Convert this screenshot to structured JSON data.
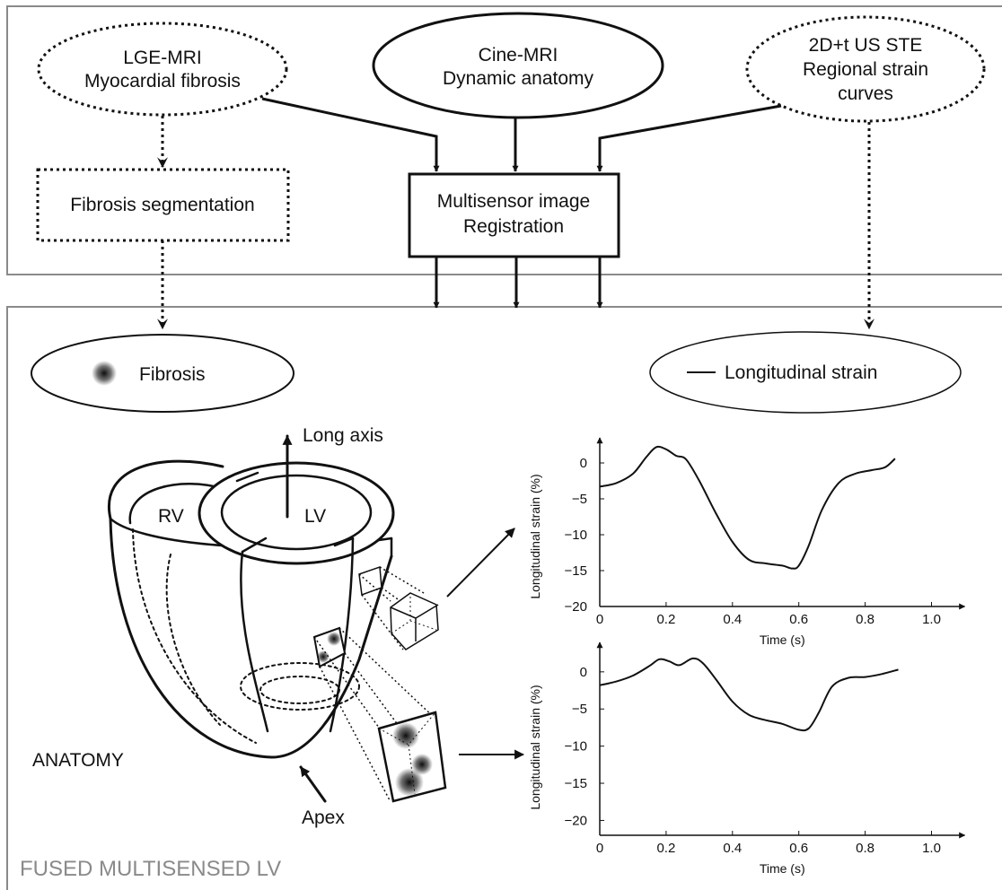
{
  "inputs": {
    "lge": {
      "line1": "LGE-MRI",
      "line2": "Myocardial fibrosis"
    },
    "cine": {
      "line1": "Cine-MRI",
      "line2": "Dynamic anatomy"
    },
    "us": {
      "line1": "2D+t US STE",
      "line2": "Regional strain",
      "line3": "curves"
    }
  },
  "processing": {
    "fibrosis_segmentation": "Fibrosis segmentation",
    "registration": {
      "line1": "Multisensor image",
      "line2": "Registration"
    }
  },
  "legend": {
    "fibrosis": "Fibrosis",
    "strain": "Longitudinal strain"
  },
  "anatomy": {
    "long_axis": "Long axis",
    "rv": "RV",
    "lv": "LV",
    "apex": "Apex",
    "section_label": "ANATOMY"
  },
  "fused_label": "FUSED MULTISENSED LV",
  "colors": {
    "frame": "#8a8a8a",
    "line": "#111111",
    "fused_label": "#8a8a8a"
  },
  "chart_data": [
    {
      "type": "line",
      "xlabel": "Time (s)",
      "ylabel": "Longitudinal strain (%)",
      "xlim": [
        0,
        1.1
      ],
      "ylim": [
        -20,
        2.5
      ],
      "xticks": [
        "0",
        "0.2",
        "0.4",
        "0.6",
        "0.8",
        "1.0"
      ],
      "xtick_values": [
        0,
        0.2,
        0.4,
        0.6,
        0.8,
        1.0
      ],
      "yticks": [
        "0",
        "−5",
        "−10",
        "−15",
        "−20"
      ],
      "ytick_values": [
        0,
        -5,
        -10,
        -15,
        -20
      ],
      "x": [
        0,
        0.05,
        0.1,
        0.14,
        0.17,
        0.2,
        0.23,
        0.26,
        0.3,
        0.35,
        0.4,
        0.45,
        0.5,
        0.55,
        0.58,
        0.6,
        0.63,
        0.67,
        0.72,
        0.77,
        0.82,
        0.86,
        0.89
      ],
      "y": [
        -3.3,
        -2.8,
        -1.5,
        0.8,
        2.2,
        1.9,
        1.0,
        0.5,
        -2.5,
        -7.0,
        -11.0,
        -13.5,
        -14.0,
        -14.3,
        -14.7,
        -14.3,
        -11.5,
        -6.5,
        -2.8,
        -1.5,
        -1.0,
        -0.6,
        0.6
      ]
    },
    {
      "type": "line",
      "xlabel": "Time (s)",
      "ylabel": "Longitudinal strain (%)",
      "xlim": [
        0,
        1.1
      ],
      "ylim": [
        -22,
        3
      ],
      "xticks": [
        "0",
        "0.2",
        "0.4",
        "0.6",
        "0.8",
        "1.0"
      ],
      "xtick_values": [
        0,
        0.2,
        0.4,
        0.6,
        0.8,
        1.0
      ],
      "yticks": [
        "0",
        "−5",
        "−10",
        "−15",
        "−20"
      ],
      "ytick_values": [
        0,
        -5,
        -10,
        -15,
        -20
      ],
      "x": [
        0,
        0.05,
        0.1,
        0.15,
        0.18,
        0.21,
        0.24,
        0.28,
        0.31,
        0.35,
        0.4,
        0.45,
        0.5,
        0.55,
        0.6,
        0.63,
        0.66,
        0.7,
        0.75,
        0.8,
        0.85,
        0.9
      ],
      "y": [
        -1.8,
        -1.3,
        -0.5,
        0.8,
        1.7,
        1.4,
        0.9,
        1.8,
        1.2,
        -1.0,
        -4.0,
        -5.8,
        -6.5,
        -7.0,
        -7.8,
        -7.6,
        -5.5,
        -2.0,
        -0.8,
        -0.7,
        -0.3,
        0.3
      ]
    }
  ]
}
